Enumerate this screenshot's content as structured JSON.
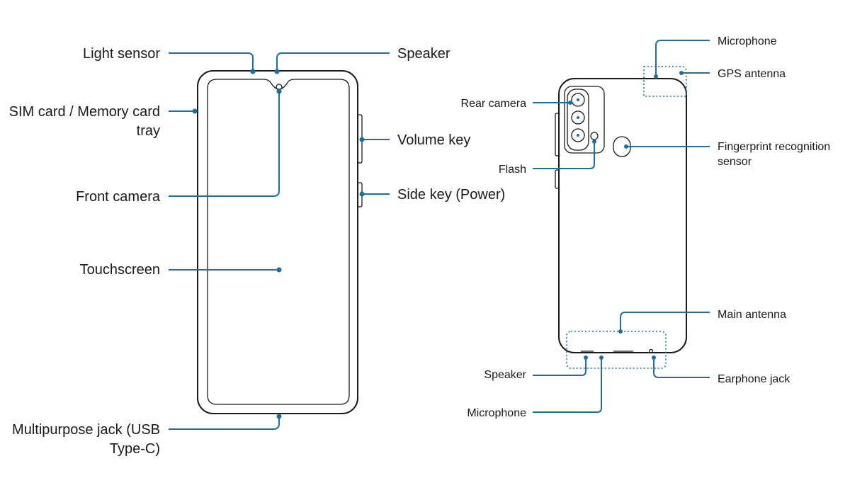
{
  "front": {
    "light_sensor": "Light sensor",
    "speaker": "Speaker",
    "sim_tray_line1": "SIM card / Memory card",
    "sim_tray_line2": "tray",
    "volume_key": "Volume key",
    "front_camera": "Front camera",
    "side_key": "Side key (Power)",
    "touchscreen": "Touchscreen",
    "multipurpose_jack_line1": "Multipurpose jack (USB",
    "multipurpose_jack_line2": "Type-C)"
  },
  "back": {
    "microphone_top": "Microphone",
    "gps_antenna": "GPS antenna",
    "rear_camera": "Rear camera",
    "fingerprint_line1": "Fingerprint recognition",
    "fingerprint_line2": "sensor",
    "flash": "Flash",
    "main_antenna": "Main antenna",
    "speaker": "Speaker",
    "earphone_jack": "Earphone jack",
    "microphone_bottom": "Microphone"
  },
  "colors": {
    "leader": "#1d6f9a",
    "outline": "#1a1a1a"
  }
}
